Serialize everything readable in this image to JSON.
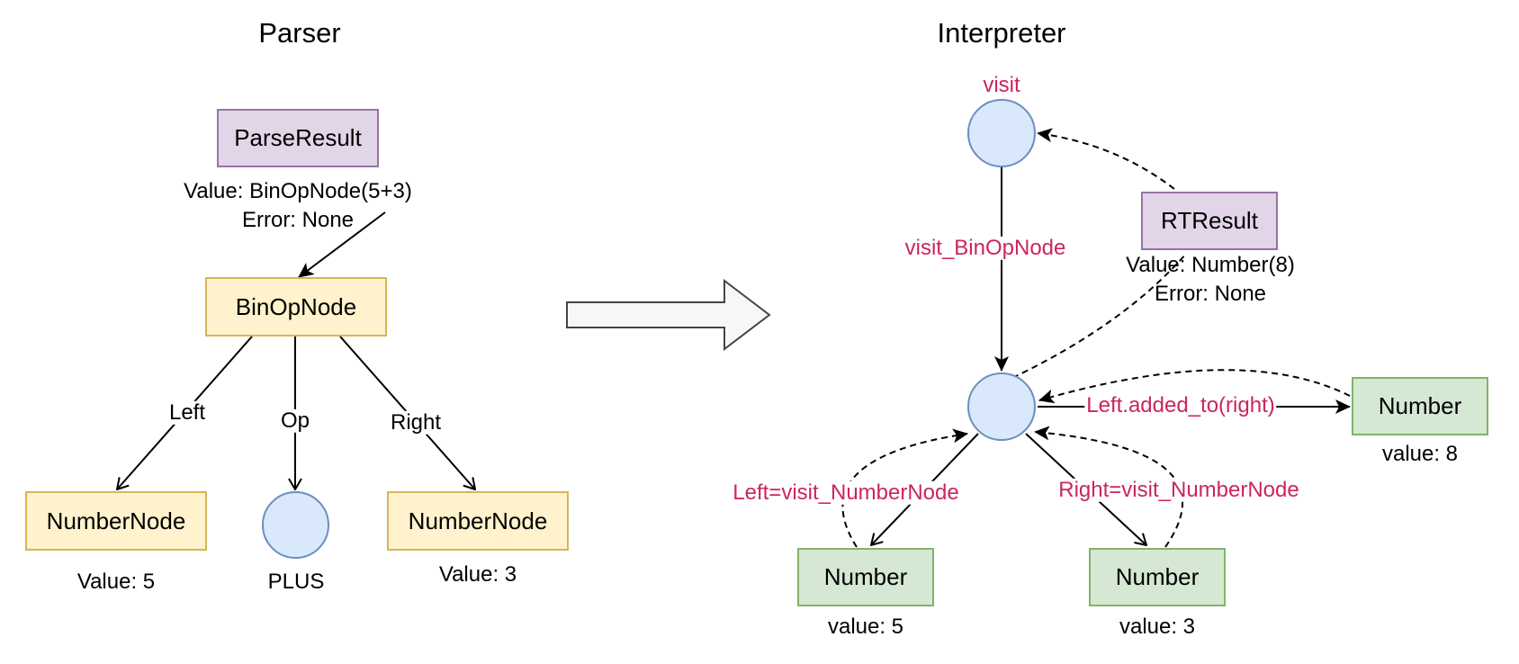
{
  "parser": {
    "title": "Parser",
    "parse_result": {
      "label": "ParseResult",
      "value_line": "Value: BinOpNode(5+3)",
      "error_line": "Error: None"
    },
    "binop": {
      "label": "BinOpNode"
    },
    "edges": {
      "left": "Left",
      "op": "Op",
      "right": "Right"
    },
    "left_node": {
      "label": "NumberNode",
      "value": "Value: 5"
    },
    "op_node": {
      "label": "PLUS"
    },
    "right_node": {
      "label": "NumberNode",
      "value": "Value: 3"
    }
  },
  "interpreter": {
    "title": "Interpreter",
    "visit_label": "visit",
    "visit_binop_label": "visit_BinOpNode",
    "rt_result": {
      "label": "RTResult",
      "value_line": "Value: Number(8)",
      "error_line": "Error: None"
    },
    "added_to_label": "Left.added_to(right)",
    "left_visit_label": "Left=visit_NumberNode",
    "right_visit_label": "Right=visit_NumberNode",
    "result_number": {
      "label": "Number",
      "value": "value: 8"
    },
    "left_number": {
      "label": "Number",
      "value": "value: 5"
    },
    "right_number": {
      "label": "Number",
      "value": "value: 3"
    }
  },
  "colors": {
    "purple_fill": "#e1d5e7",
    "purple_stroke": "#9673a6",
    "yellow_fill": "#fff2cc",
    "yellow_stroke": "#d6b656",
    "green_fill": "#d5e8d4",
    "green_stroke": "#82b366",
    "blue_fill": "#dae8fc",
    "blue_stroke": "#6c8ebf",
    "pink_text": "#cc2462"
  },
  "icons": {
    "transform_arrow": "big-right-arrow-icon"
  }
}
